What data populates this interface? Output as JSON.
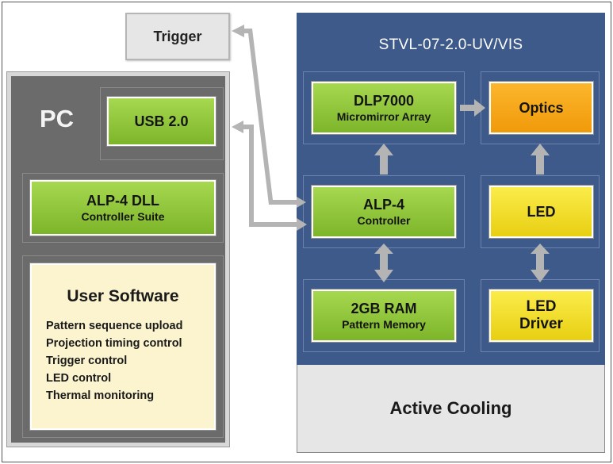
{
  "trigger": {
    "label": "Trigger"
  },
  "pc": {
    "label": "PC",
    "usb": {
      "label": "USB 2.0"
    },
    "dll": {
      "title": "ALP-4 DLL",
      "subtitle": "Controller Suite"
    },
    "user_software": {
      "title": "User Software",
      "items": [
        "Pattern sequence upload",
        "Projection timing control",
        "Trigger control",
        "LED control",
        "Thermal monitoring"
      ]
    }
  },
  "stvl": {
    "title": "STVL-07-2.0-UV/VIS",
    "dlp": {
      "title": "DLP7000",
      "subtitle": "Micromirror Array"
    },
    "optics": {
      "label": "Optics"
    },
    "alp": {
      "title": "ALP-4",
      "subtitle": "Controller"
    },
    "led": {
      "label": "LED"
    },
    "ram": {
      "title": "2GB RAM",
      "subtitle": "Pattern Memory"
    },
    "led_driver": {
      "line1": "LED",
      "line2": "Driver"
    },
    "cooling": {
      "label": "Active Cooling"
    }
  },
  "colors": {
    "green": "#8fc63c",
    "yellow": "#f3e026",
    "orange": "#f7a71a",
    "panel_blue": "#3e5a8a",
    "pc_gray": "#6b6b6b",
    "arrow_gray": "#b4b4b4"
  }
}
